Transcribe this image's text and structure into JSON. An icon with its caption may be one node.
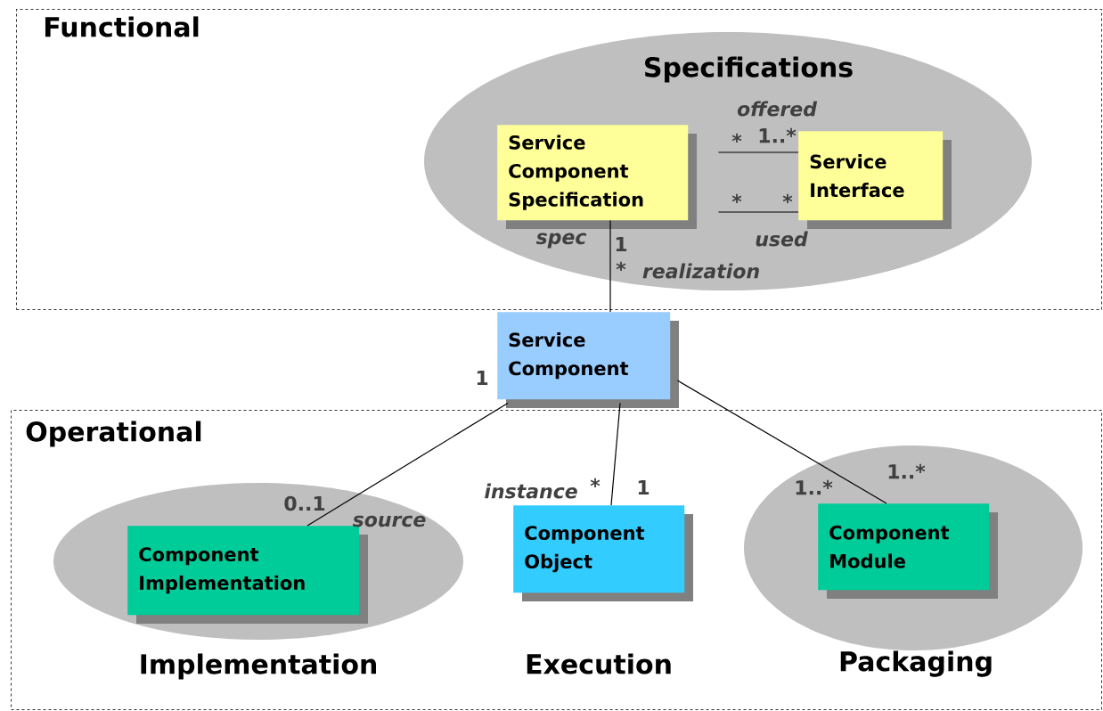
{
  "diagram": {
    "nodes": [
      {
        "text": [
          "Functional"
        ]
      },
      {
        "text": [
          "Specifications"
        ],
        "in": 0
      },
      {
        "text": [
          "Service Component Specification"
        ],
        "in": 1
      },
      {
        "text": [
          "Service Interface"
        ],
        "in": 1
      },
      {
        "text": [
          "Service Component"
        ]
      },
      {
        "text": [
          "Operational"
        ]
      },
      {
        "text": [
          "Implementation"
        ],
        "in": 5
      },
      {
        "text": [
          "Component Implementation"
        ],
        "in": 6
      },
      {
        "text": [
          "Component Object"
        ],
        "in": 5
      },
      {
        "text": [
          "Packaging"
        ],
        "in": 5
      },
      {
        "text": [
          "Component Module"
        ],
        "in": 9
      }
    ],
    "edges": [
      {
        "from": 2,
        "to": 3,
        "arrow": "none"
      },
      {
        "from": 2,
        "to": 3,
        "arrow": "none"
      },
      {
        "from": 2,
        "to": 4,
        "arrow": "none"
      },
      {
        "from": 4,
        "to": 7,
        "arrow": "none"
      },
      {
        "from": 4,
        "to": 8,
        "arrow": "none"
      },
      {
        "from": 4,
        "to": 10,
        "arrow": "none"
      }
    ],
    "labels": [
      "offered",
      "*",
      "1..*",
      "*",
      "*",
      "spec",
      "1",
      "used",
      "*",
      "realization",
      "1",
      "1..*",
      "instance",
      "*",
      "1",
      "1..*",
      "0..1",
      "source",
      "Execution"
    ]
  }
}
